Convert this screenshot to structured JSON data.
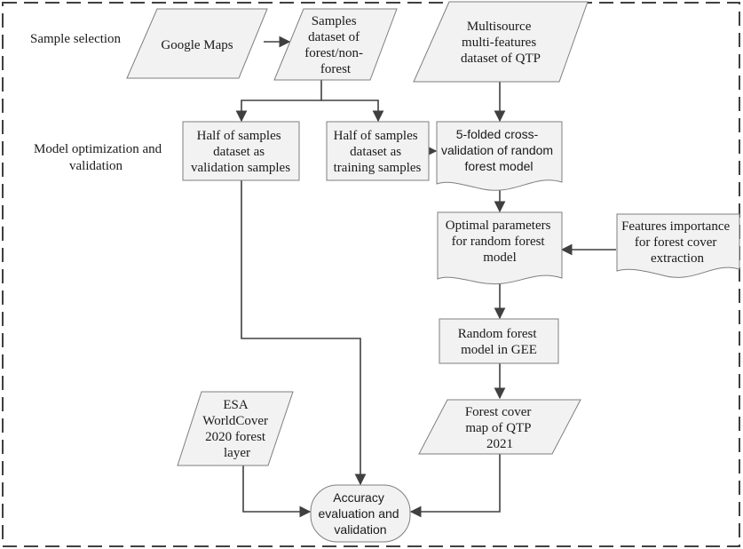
{
  "diagram": {
    "section_labels": {
      "sample_selection": "Sample selection",
      "model_opt_line1": "Model optimization and",
      "model_opt_line2": "validation"
    },
    "nodes": {
      "google_maps": {
        "shape": "parallelogram",
        "lines": [
          "Google Maps"
        ]
      },
      "samples_dataset": {
        "shape": "parallelogram",
        "lines": [
          "Samples",
          "dataset of",
          "forest/non-",
          "forest"
        ]
      },
      "multisource_dataset": {
        "shape": "parallelogram",
        "lines": [
          "Multisource",
          "multi-features",
          "dataset of QTP"
        ]
      },
      "validation_samples": {
        "shape": "rectangle",
        "lines": [
          "Half of samples",
          "dataset as",
          "validation samples"
        ]
      },
      "training_samples": {
        "shape": "rectangle",
        "lines": [
          "Half of samples",
          "dataset as",
          "training samples"
        ]
      },
      "cross_validation": {
        "shape": "document",
        "lines": [
          "5-folded cross-",
          "validation of random",
          "forest model"
        ]
      },
      "optimal_parameters": {
        "shape": "document",
        "lines": [
          "Optimal parameters",
          "for random forest",
          "model"
        ]
      },
      "features_importance": {
        "shape": "document",
        "lines": [
          "Features importance",
          "for forest cover",
          "extraction"
        ]
      },
      "random_forest_gee": {
        "shape": "rectangle",
        "lines": [
          "Random forest",
          "model in GEE"
        ]
      },
      "esa_worldcover": {
        "shape": "parallelogram",
        "lines": [
          "ESA",
          "WorldCover",
          "2020 forest",
          "layer"
        ]
      },
      "forest_cover_map": {
        "shape": "parallelogram",
        "lines": [
          "Forest cover",
          "map of QTP",
          "2021"
        ]
      },
      "accuracy_evaluation": {
        "shape": "rounded",
        "lines": [
          "Accuracy",
          "evaluation and",
          "validation"
        ]
      }
    },
    "edges": [
      [
        "google_maps",
        "samples_dataset"
      ],
      [
        "samples_dataset",
        "validation_samples"
      ],
      [
        "samples_dataset",
        "training_samples"
      ],
      [
        "training_samples",
        "cross_validation"
      ],
      [
        "multisource_dataset",
        "cross_validation"
      ],
      [
        "cross_validation",
        "optimal_parameters"
      ],
      [
        "features_importance",
        "optimal_parameters"
      ],
      [
        "optimal_parameters",
        "random_forest_gee"
      ],
      [
        "random_forest_gee",
        "forest_cover_map"
      ],
      [
        "validation_samples",
        "accuracy_evaluation"
      ],
      [
        "esa_worldcover",
        "accuracy_evaluation"
      ],
      [
        "forest_cover_map",
        "accuracy_evaluation"
      ]
    ]
  }
}
